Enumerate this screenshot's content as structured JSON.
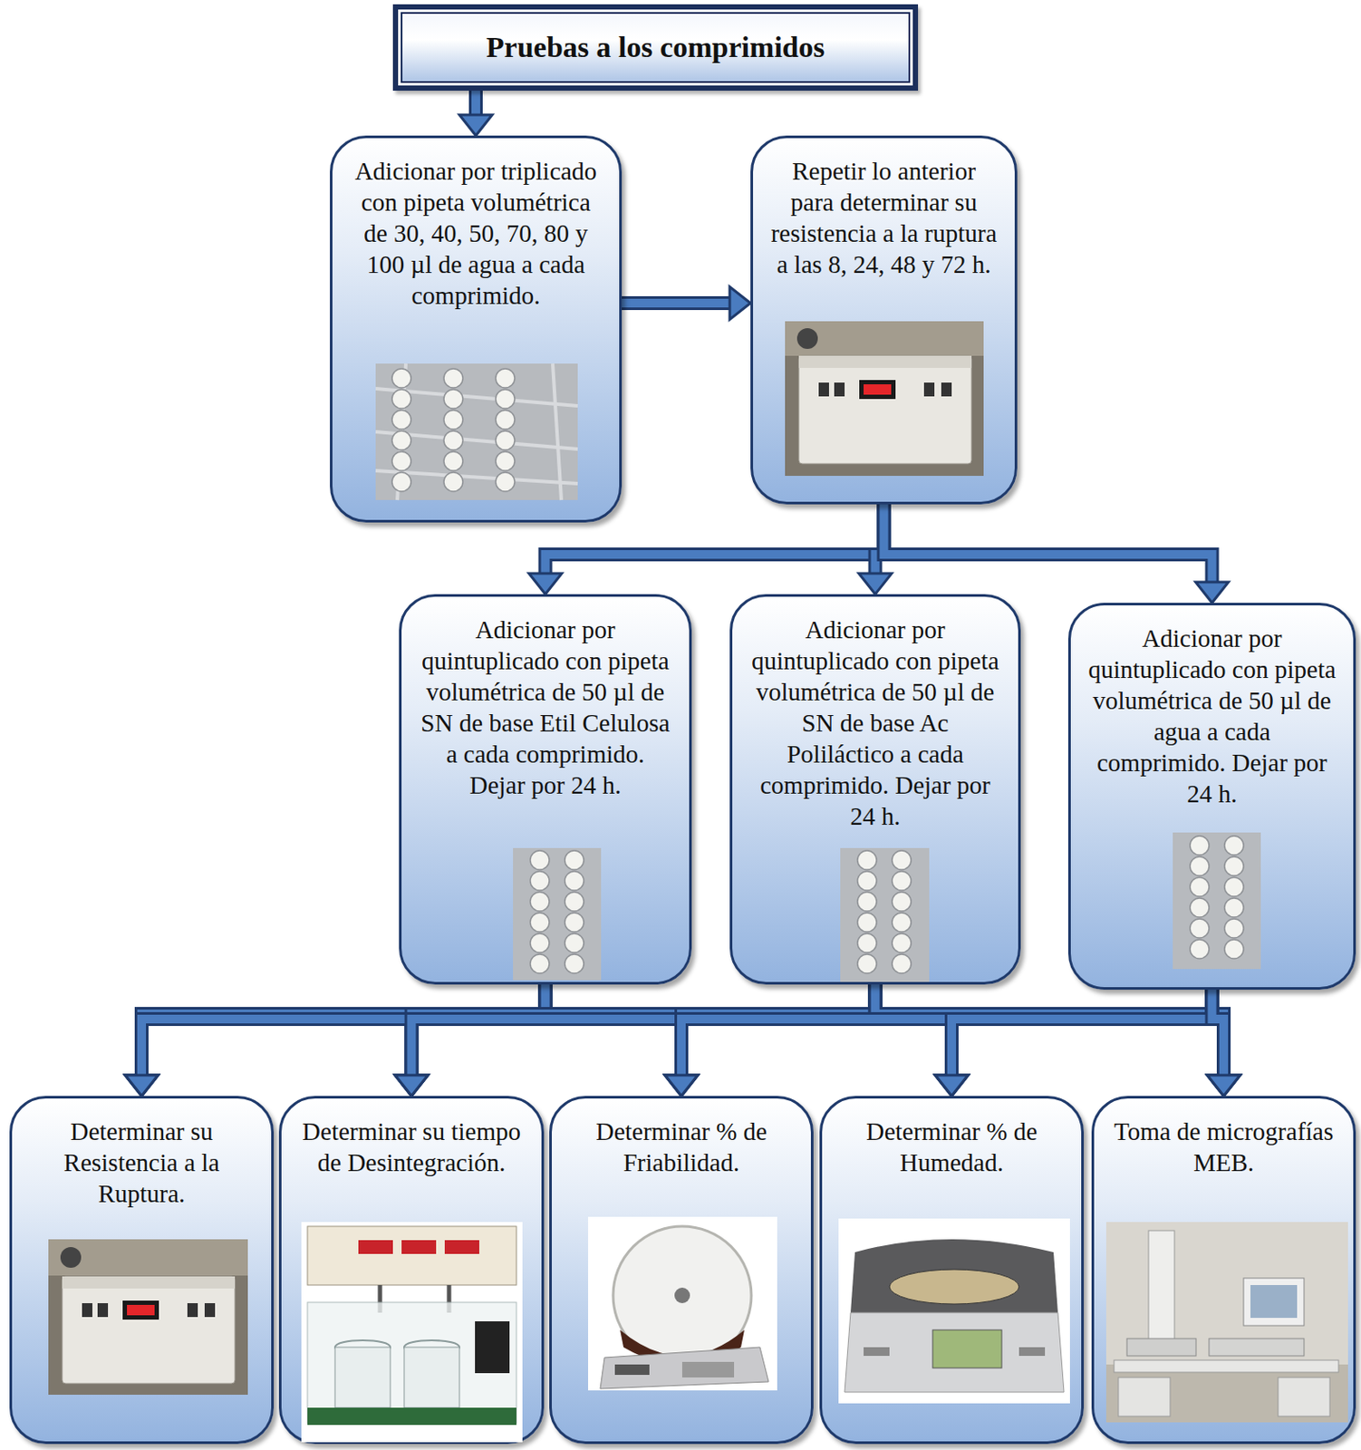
{
  "diagram": {
    "nodes": [
      {
        "text": [
          "Pruebas a los comprimidos"
        ]
      },
      {
        "text": [
          "Adicionar por triplicado con pipeta volumétrica de 30, 40, 50, 70, 80 y 100 µl de agua a cada comprimido."
        ]
      },
      {
        "text": [
          "Repetir lo anterior para determinar su resistencia a la ruptura a las 8, 24, 48 y 72 h."
        ]
      },
      {
        "text": [
          "Adicionar por quintuplicado con pipeta volumétrica de 50 µl de SN de base Etil Celulosa a cada comprimido. Dejar por 24 h."
        ]
      },
      {
        "text": [
          "Adicionar por quintuplicado con pipeta volumétrica de 50 µl de SN de base Ac Poliláctico a cada comprimido. Dejar por 24 h."
        ]
      },
      {
        "text": [
          "Adicionar por quintuplicado con pipeta volumétrica de 50 µl de agua a cada comprimido. Dejar por 24 h."
        ]
      },
      {
        "text": [
          "Determinar su Resistencia a la Ruptura."
        ]
      },
      {
        "text": [
          "Determinar su tiempo de Desintegración."
        ]
      },
      {
        "text": [
          "Determinar % de Friabilidad."
        ]
      },
      {
        "text": [
          "Determinar % de Humedad."
        ]
      },
      {
        "text": [
          "Toma de micrografías MEB."
        ]
      }
    ],
    "edges": [
      {
        "from": 0,
        "to": 1,
        "arrow": "to"
      },
      {
        "from": 1,
        "to": 2,
        "arrow": "to"
      },
      {
        "from": 2,
        "to": 3,
        "arrow": "to"
      },
      {
        "from": 2,
        "to": 4,
        "arrow": "to"
      },
      {
        "from": 2,
        "to": 5,
        "arrow": "to"
      },
      {
        "from": 3,
        "to": 6,
        "arrow": "to"
      },
      {
        "from": 3,
        "to": 7,
        "arrow": "to"
      },
      {
        "from": 3,
        "to": 8,
        "arrow": "to"
      },
      {
        "from": 3,
        "to": 9,
        "arrow": "to"
      },
      {
        "from": 3,
        "to": 10,
        "arrow": "to"
      },
      {
        "from": 4,
        "to": 6,
        "arrow": "to"
      },
      {
        "from": 4,
        "to": 7,
        "arrow": "to"
      },
      {
        "from": 4,
        "to": 8,
        "arrow": "to"
      },
      {
        "from": 4,
        "to": 9,
        "arrow": "to"
      },
      {
        "from": 4,
        "to": 10,
        "arrow": "to"
      },
      {
        "from": 5,
        "to": 6,
        "arrow": "to"
      },
      {
        "from": 5,
        "to": 7,
        "arrow": "to"
      },
      {
        "from": 5,
        "to": 8,
        "arrow": "to"
      },
      {
        "from": 5,
        "to": 9,
        "arrow": "to"
      },
      {
        "from": 5,
        "to": 10,
        "arrow": "to"
      }
    ]
  }
}
